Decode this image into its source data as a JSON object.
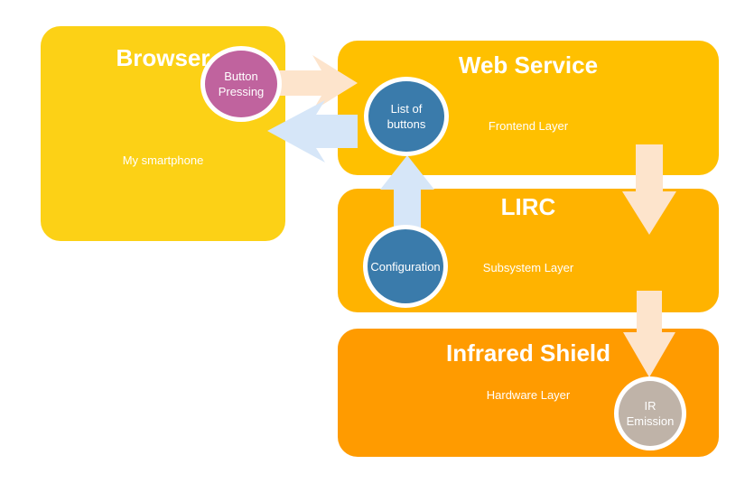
{
  "layers": {
    "browser": {
      "title": "Browser",
      "subtitle": "My smartphone"
    },
    "web_service": {
      "title": "Web Service",
      "subtitle": "Frontend Layer"
    },
    "lirc": {
      "title": "LIRC",
      "subtitle": "Subsystem Layer"
    },
    "infrared_shield": {
      "title": "Infrared Shield",
      "subtitle": "Hardware Layer"
    }
  },
  "nodes": {
    "button_pressing": {
      "line1": "Button",
      "line2": "Pressing"
    },
    "list_of_buttons": {
      "line1": "List of",
      "line2": "buttons"
    },
    "configuration": {
      "line1": "Configuration"
    },
    "ir_emission": {
      "line1": "IR",
      "line2": "Emission"
    }
  },
  "colors": {
    "browser_box": "#FCD116",
    "web_service_box": "#FFC000",
    "lirc_box": "#FFB300",
    "infrared_shield_box": "#FF9B00",
    "node_pink": "#C0639E",
    "node_blue": "#3A7BAB",
    "node_gray": "#BFB3A8",
    "arrow_peach": "#FDE4CC",
    "arrow_lightblue": "#D6E6F8"
  }
}
